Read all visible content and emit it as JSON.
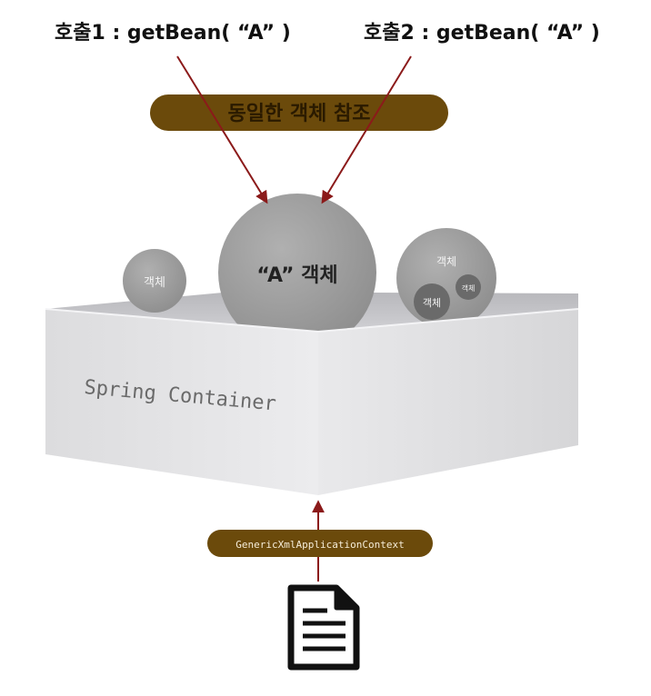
{
  "calls": {
    "call1": "호출1 : getBean( “A” )",
    "call2": "호출2 : getBean( “A” )"
  },
  "same_object_label": "동일한 객체 참조",
  "objects": {
    "main": "“A” 객체",
    "left": "객체",
    "right_top": "객체",
    "right_inner_large": "객체",
    "right_inner_small": "객체"
  },
  "container_label": "Spring Container",
  "context_label": "GenericXmlApplicationContext",
  "icons": {
    "document": "document-icon"
  },
  "colors": {
    "banner": "#6b4a0b",
    "arrow": "#8b1a1a",
    "object": "#9a9a9a",
    "dark_object": "#6a6a6a",
    "box_top": "#c8c8cc",
    "box_front": "#e4e4e6"
  }
}
